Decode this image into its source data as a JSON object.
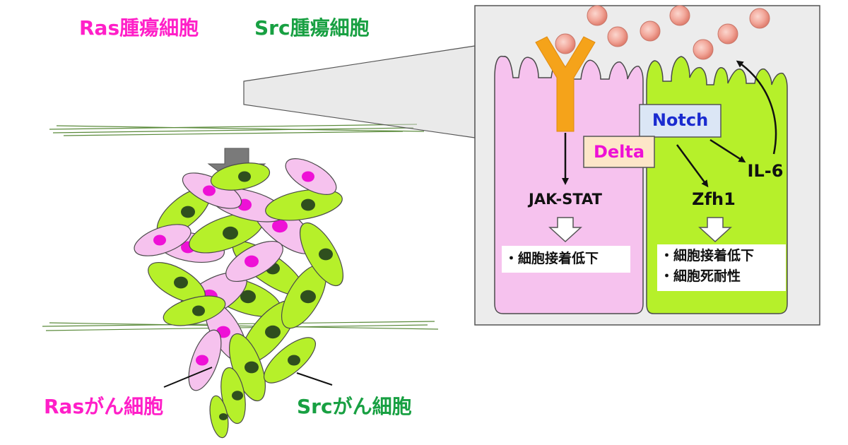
{
  "labels": {
    "ras_tumor": "Ras腫瘍細胞",
    "src_tumor": "Src腫瘍細胞",
    "ras_cancer": "Rasがん細胞",
    "src_cancer": "Srcがん細胞"
  },
  "mechanism": {
    "delta": "Delta",
    "notch": "Notch",
    "jak_stat": "JAK-STAT",
    "il6": "IL-6",
    "zfh1": "Zfh1",
    "ras_effects": [
      "・細胞接着低下"
    ],
    "src_effects": [
      "・細胞接着低下",
      "・細胞死耐性"
    ]
  },
  "colors": {
    "ras_cell": "#f6c2ee",
    "ras_nucleus": "#ee11d6",
    "src_cell": "#b6f02a",
    "src_nucleus": "#2f4f1e",
    "cell_outline": "#4a4a4a",
    "ras_text": "#ff1fc8",
    "src_text": "#18a042",
    "receptor": "#f5a31a",
    "panel_bg": "#ececec",
    "ligand": "#f2a79a",
    "notch_box": "#dbe6f5",
    "notch_text": "#1a2bd0",
    "delta_box": "#fde6c8",
    "delta_text": "#ee11d6",
    "arrow_gray": "#7a7a7a"
  }
}
